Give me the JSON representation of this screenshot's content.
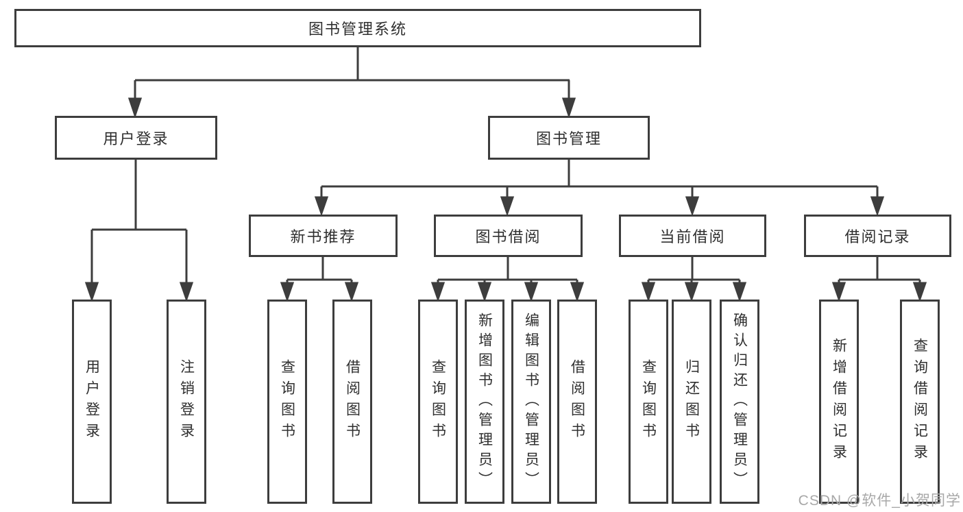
{
  "diagram": {
    "title": "图书管理系统",
    "root": {
      "label": "图书管理系统"
    },
    "level2": [
      {
        "id": "user-login",
        "label": "用户登录"
      },
      {
        "id": "book-management",
        "label": "图书管理"
      }
    ],
    "level3": [
      {
        "id": "new-book-recommend",
        "label": "新书推荐",
        "parent": "book-management"
      },
      {
        "id": "book-borrowing",
        "label": "图书借阅",
        "parent": "book-management"
      },
      {
        "id": "current-borrowing",
        "label": "当前借阅",
        "parent": "book-management"
      },
      {
        "id": "borrowing-records",
        "label": "借阅记录",
        "parent": "book-management"
      }
    ],
    "leaves": [
      {
        "label": "用户登录",
        "parent": "user-login"
      },
      {
        "label": "注销登录",
        "parent": "user-login"
      },
      {
        "label": "查询图书",
        "parent": "new-book-recommend"
      },
      {
        "label": "借阅图书",
        "parent": "new-book-recommend"
      },
      {
        "label": "查询图书",
        "parent": "book-borrowing"
      },
      {
        "label": "新增图书（管理员）",
        "parent": "book-borrowing"
      },
      {
        "label": "编辑图书（管理员）",
        "parent": "book-borrowing"
      },
      {
        "label": "借阅图书",
        "parent": "book-borrowing"
      },
      {
        "label": "查询图书",
        "parent": "current-borrowing"
      },
      {
        "label": "归还图书",
        "parent": "current-borrowing"
      },
      {
        "label": "确认归还（管理员）",
        "parent": "current-borrowing"
      },
      {
        "label": "新增借阅记录",
        "parent": "borrowing-records"
      },
      {
        "label": "查询借阅记录",
        "parent": "borrowing-records"
      }
    ]
  },
  "watermark": {
    "text": "CSDN @软件_小贺同学",
    "color": "#a8a8a8"
  },
  "colors": {
    "line": "#3d3d3d",
    "text": "#2f2f2f",
    "background": "#ffffff"
  }
}
